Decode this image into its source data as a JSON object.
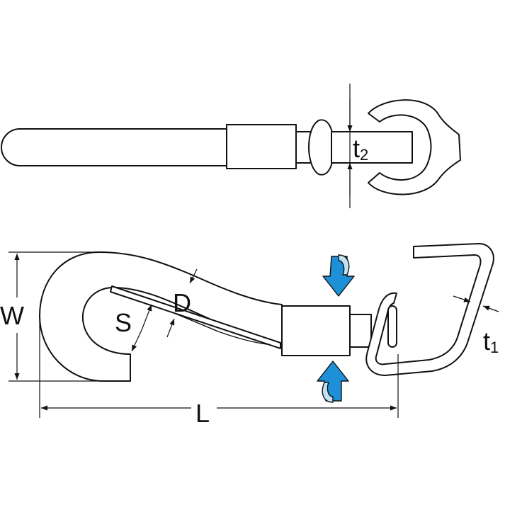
{
  "labels": {
    "t2_main": "t",
    "t2_sub": "2",
    "w": "W",
    "s": "S",
    "d": "D",
    "l": "L",
    "t1_main": "t",
    "t1_sub": "1"
  },
  "colors": {
    "rotation_arrow": "#1e90d8",
    "rotation_arrow_light": "#bfe3f5",
    "line": "#111111"
  },
  "icons": {
    "rotate_down": "rotate-down-arrow-icon",
    "rotate_up": "rotate-up-arrow-icon"
  }
}
